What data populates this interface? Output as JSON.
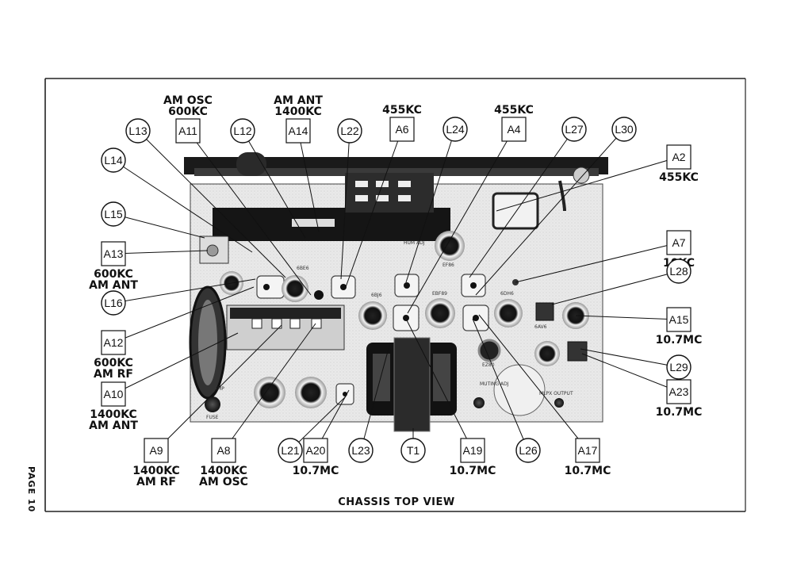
{
  "page_label": "PAGE 10",
  "caption": "CHASSIS TOP VIEW",
  "callouts": [
    {
      "id": "L13",
      "shape": "circle",
      "lines": []
    },
    {
      "id": "A11",
      "shape": "box",
      "lines": [
        "AM OSC",
        "600KC"
      ],
      "text_pos": "above"
    },
    {
      "id": "L12",
      "shape": "circle",
      "lines": []
    },
    {
      "id": "A14",
      "shape": "box",
      "lines": [
        "AM ANT",
        "1400KC"
      ],
      "text_pos": "above"
    },
    {
      "id": "L22",
      "shape": "circle",
      "lines": []
    },
    {
      "id": "A6",
      "shape": "box",
      "lines": [
        "455KC"
      ],
      "text_pos": "above"
    },
    {
      "id": "L24",
      "shape": "circle",
      "lines": []
    },
    {
      "id": "A4",
      "shape": "box",
      "lines": [
        "455KC"
      ],
      "text_pos": "above"
    },
    {
      "id": "L27",
      "shape": "circle",
      "lines": []
    },
    {
      "id": "L30",
      "shape": "circle",
      "lines": []
    },
    {
      "id": "L14",
      "shape": "circle",
      "lines": []
    },
    {
      "id": "L15",
      "shape": "circle",
      "lines": []
    },
    {
      "id": "A13",
      "shape": "box",
      "lines": [
        "600KC",
        "AM ANT"
      ],
      "text_pos": "below"
    },
    {
      "id": "L16",
      "shape": "circle",
      "lines": []
    },
    {
      "id": "A12",
      "shape": "box",
      "lines": [
        "600KC",
        "AM RF"
      ],
      "text_pos": "below"
    },
    {
      "id": "A10",
      "shape": "box",
      "lines": [
        "1400KC",
        "AM ANT"
      ],
      "text_pos": "below"
    },
    {
      "id": "A2",
      "shape": "box",
      "lines": [
        "455KC"
      ],
      "text_pos": "below"
    },
    {
      "id": "A7",
      "shape": "box",
      "lines": [
        "10KC"
      ],
      "text_pos": "below"
    },
    {
      "id": "L28",
      "shape": "circle",
      "lines": []
    },
    {
      "id": "A15",
      "shape": "box",
      "lines": [
        "10.7MC"
      ],
      "text_pos": "below"
    },
    {
      "id": "L29",
      "shape": "circle",
      "lines": []
    },
    {
      "id": "A23",
      "shape": "box",
      "lines": [
        "10.7MC"
      ],
      "text_pos": "below"
    },
    {
      "id": "A9",
      "shape": "box",
      "lines": [
        "1400KC",
        "AM RF"
      ],
      "text_pos": "below"
    },
    {
      "id": "A8",
      "shape": "box",
      "lines": [
        "1400KC",
        "AM OSC"
      ],
      "text_pos": "below"
    },
    {
      "id": "L21",
      "shape": "circle",
      "lines": []
    },
    {
      "id": "A20",
      "shape": "box",
      "lines": [
        "10.7MC"
      ],
      "text_pos": "below"
    },
    {
      "id": "L23",
      "shape": "circle",
      "lines": []
    },
    {
      "id": "T1",
      "shape": "circle",
      "lines": []
    },
    {
      "id": "A19",
      "shape": "box",
      "lines": [
        "10.7MC"
      ],
      "text_pos": "below"
    },
    {
      "id": "L26",
      "shape": "circle",
      "lines": []
    },
    {
      "id": "A17",
      "shape": "box",
      "lines": [
        "10.7MC"
      ],
      "text_pos": "below"
    }
  ],
  "chassis_labels": {
    "hum_adj": "HUM ADJ",
    "muting_adj": "MUTING ADJ",
    "mplx_output": "MLPX OUTPUT",
    "amp": "AMP",
    "fuse": "FUSE",
    "tubes": [
      "EF86",
      "6BJ6",
      "EBF89",
      "6DH6",
      "6AV6",
      "6BE6",
      "EZ80"
    ]
  }
}
